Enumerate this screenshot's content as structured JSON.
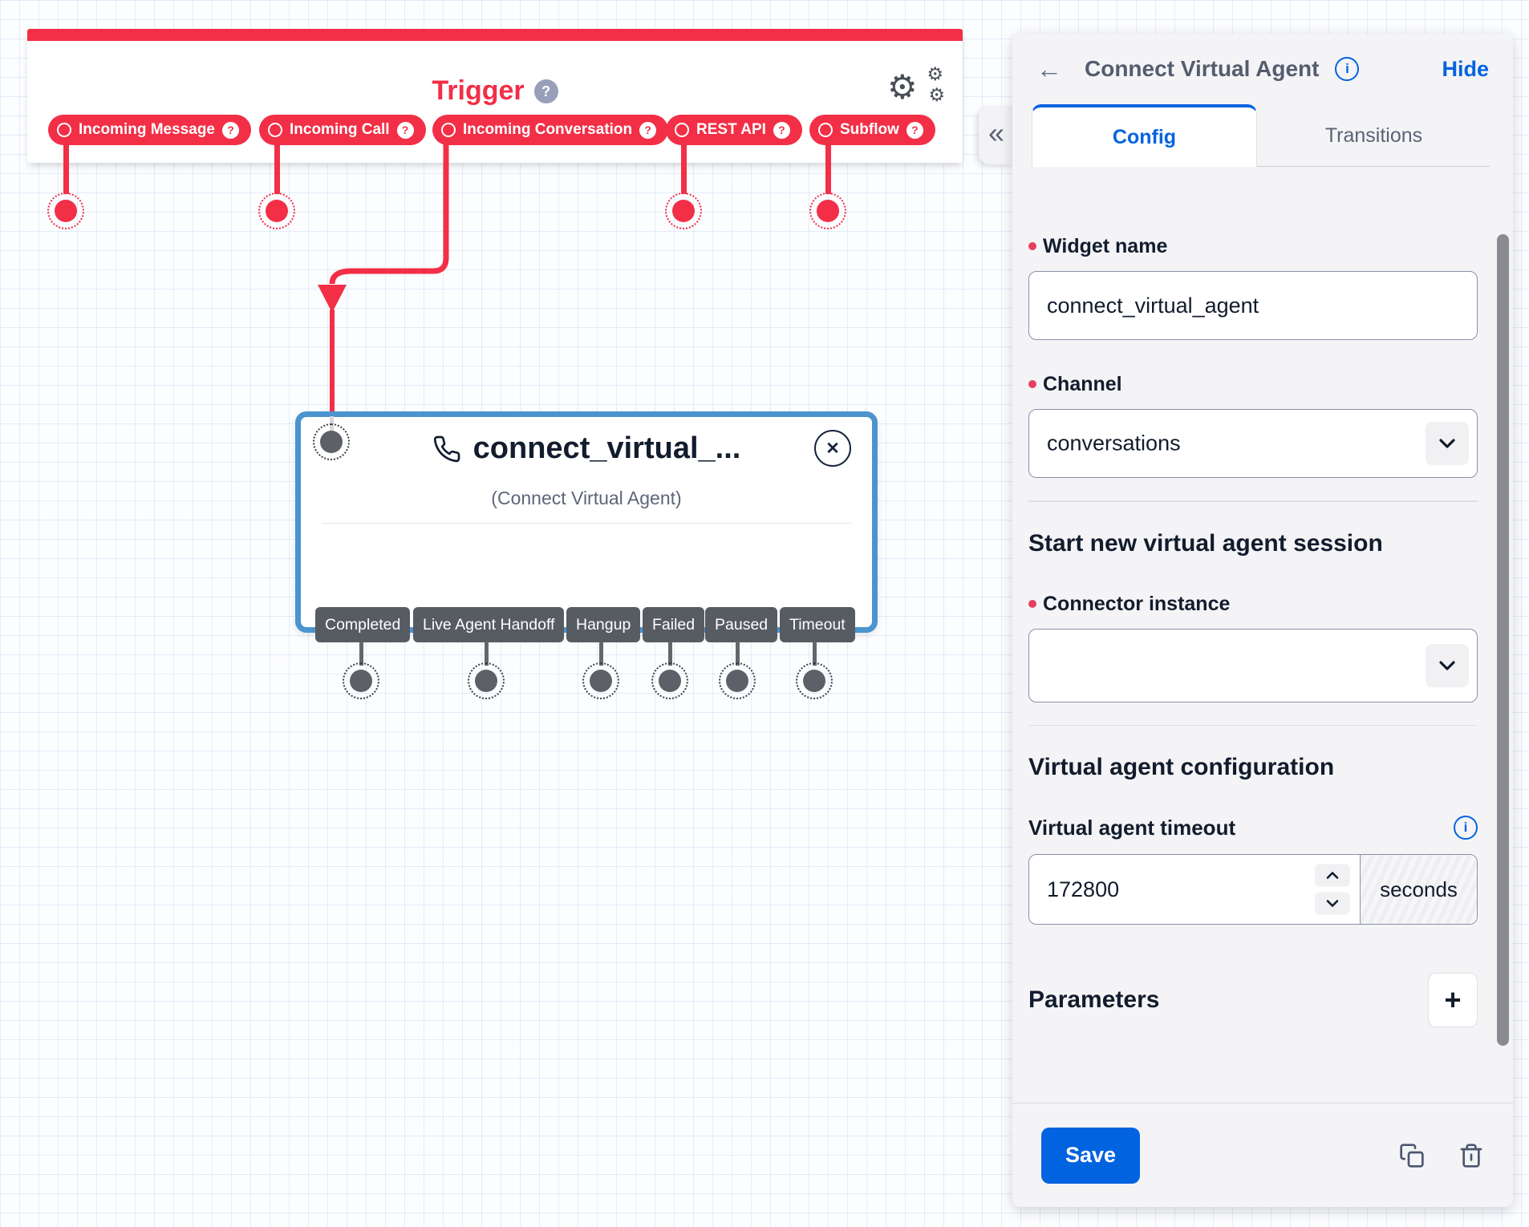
{
  "canvas": {
    "trigger": {
      "title": "Trigger",
      "pills": [
        {
          "label": "Incoming Message"
        },
        {
          "label": "Incoming Call"
        },
        {
          "label": "Incoming Conversation"
        },
        {
          "label": "REST API"
        },
        {
          "label": "Subflow"
        }
      ]
    },
    "node": {
      "title": "connect_virtual_...",
      "subtitle": "(Connect Virtual Agent)",
      "transitions": [
        "Completed",
        "Live Agent Handoff",
        "Hangup",
        "Failed",
        "Paused",
        "Timeout"
      ]
    }
  },
  "panel": {
    "title": "Connect Virtual Agent",
    "hide_label": "Hide",
    "tabs": {
      "config": "Config",
      "transitions": "Transitions"
    },
    "widget_name": {
      "label": "Widget name",
      "value": "connect_virtual_agent"
    },
    "channel": {
      "label": "Channel",
      "value": "conversations"
    },
    "session_heading": "Start new virtual agent session",
    "connector": {
      "label": "Connector instance",
      "value": ""
    },
    "va_heading": "Virtual agent configuration",
    "timeout": {
      "label": "Virtual agent timeout",
      "value": "172800",
      "unit": "seconds"
    },
    "parameters_label": "Parameters",
    "save_label": "Save"
  },
  "icons": {
    "gear": "⚙",
    "collapse": "«",
    "back": "←",
    "close": "✕",
    "help": "?",
    "add": "+"
  },
  "colors": {
    "brand_red": "#F22F46",
    "accent_blue": "#0263E0",
    "node_border": "#4B94CF",
    "text_dark": "#121C2D",
    "text_gray": "#606B85"
  }
}
